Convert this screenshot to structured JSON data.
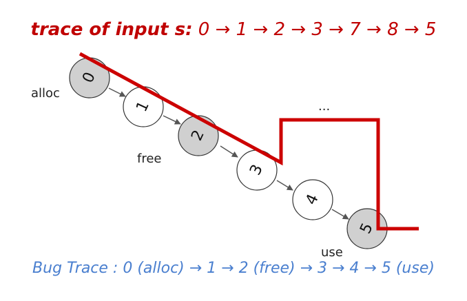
{
  "title": {
    "label": "trace of input s:",
    "sequence": "0 → 1 → 2 → 3 → 7 → 8 → 5"
  },
  "nodes": [
    {
      "id": "0",
      "shaded": true
    },
    {
      "id": "1",
      "shaded": false
    },
    {
      "id": "2",
      "shaded": true
    },
    {
      "id": "3",
      "shaded": false
    },
    {
      "id": "4",
      "shaded": false
    },
    {
      "id": "5",
      "shaded": true
    }
  ],
  "labels": {
    "alloc": "alloc",
    "free": "free",
    "use": "use",
    "ellipsis": "..."
  },
  "footer": "Bug Trace : 0 (alloc) → 1 → 2 (free) → 3 → 4 → 5 (use)",
  "colors": {
    "trace": "#cc0000",
    "shaded_node": "#d0d0d0",
    "footer_text": "#4a7fcf"
  }
}
